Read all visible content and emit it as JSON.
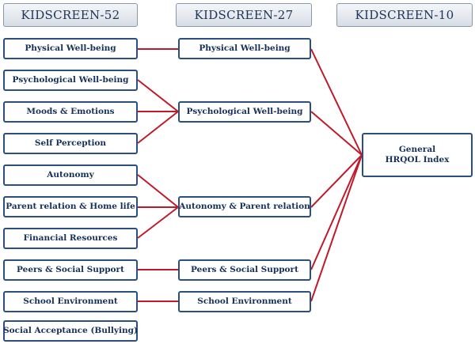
{
  "headers": {
    "kidscreen52": "KIDSCREEN-52",
    "kidscreen27": "KIDSCREEN-27",
    "kidscreen10": "KIDSCREEN-10"
  },
  "col52": [
    "Physical Well-being",
    "Psychological Well-being",
    "Moods & Emotions",
    "Self Perception",
    "Autonomy",
    "Parent relation & Home life",
    "Financial Resources",
    "Peers & Social Support",
    "School Environment",
    "Social Acceptance (Bullying)"
  ],
  "col27": [
    "Physical Well-being",
    "Psychological Well-being",
    "Autonomy & Parent relation",
    "Peers & Social Support",
    "School Environment"
  ],
  "col10": {
    "line1": "General",
    "line2": "HRQOL Index"
  },
  "colors": {
    "connector": "#c01a2a",
    "box_border": "#2b4f80"
  }
}
